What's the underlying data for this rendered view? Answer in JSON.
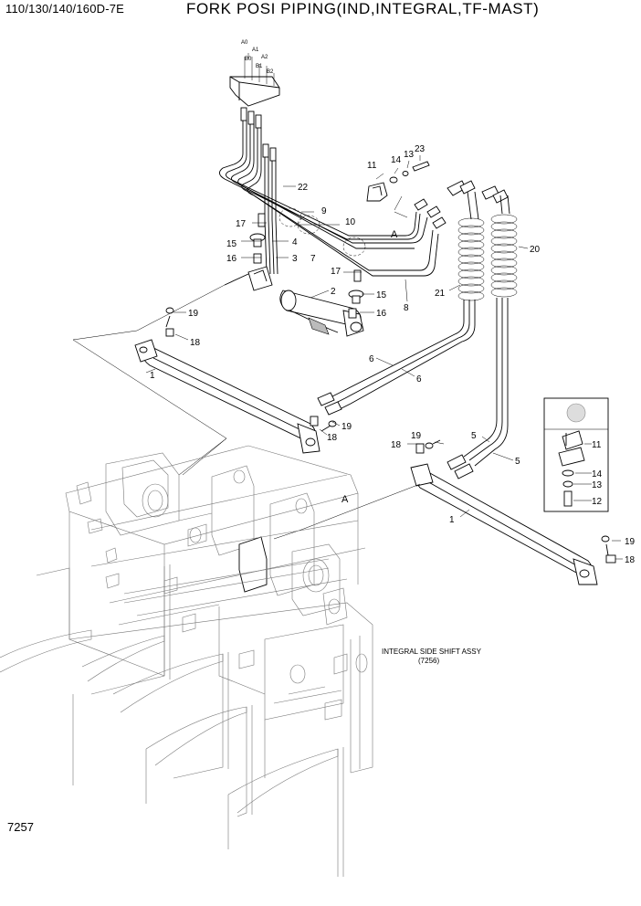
{
  "header": {
    "model": "110/130/140/160D-7E",
    "title": "FORK POSI PIPING(IND,INTEGRAL,TF-MAST)"
  },
  "page_number": "7257",
  "port_labels": [
    "A0",
    "A1",
    "B0",
    "A2",
    "B1",
    "B2"
  ],
  "callouts": [
    "1",
    "1",
    "1",
    "2",
    "3",
    "4",
    "5",
    "5",
    "6",
    "6",
    "7",
    "8",
    "9",
    "10",
    "11",
    "11",
    "12",
    "13",
    "13",
    "14",
    "14",
    "15",
    "15",
    "16",
    "16",
    "17",
    "17",
    "18",
    "18",
    "18",
    "18",
    "19",
    "19",
    "19",
    "19",
    "20",
    "21",
    "22",
    "23"
  ],
  "view_refs": [
    "A",
    "A"
  ],
  "assembly_note": {
    "line1": "INTEGRAL SIDE SHIFT ASSY",
    "line2": "(7256)"
  }
}
